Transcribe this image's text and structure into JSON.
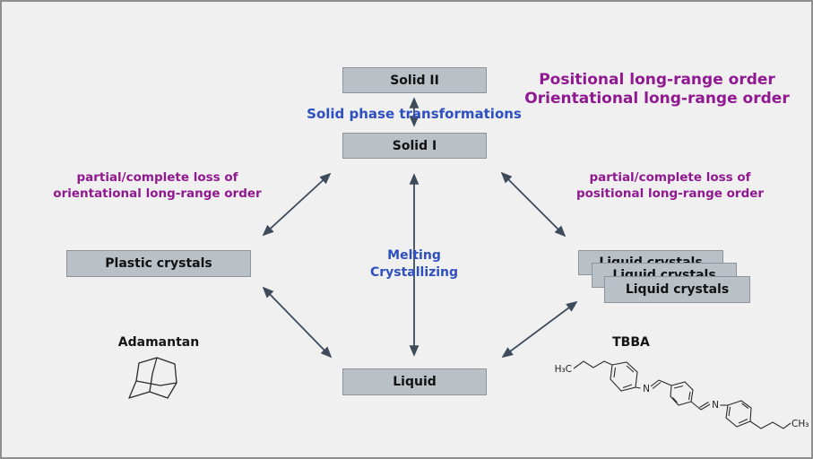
{
  "diagram": {
    "nodes": {
      "solid_ii": "Solid II",
      "solid_i": "Solid I",
      "plastic_crystals": "Plastic crystals",
      "liquid_crystals": "Liquid crystals",
      "liquid": "Liquid"
    },
    "labels": {
      "solid_phase_transformations": "Solid phase transformations",
      "positional_order": "Positional long-range order",
      "orientational_order": "Orientational long-range order",
      "loss_left_line1": "partial/complete loss of",
      "loss_left_line2": "orientational long-range order",
      "loss_right_line1": "partial/complete loss of",
      "loss_right_line2": "positional long-range order",
      "melting": "Melting",
      "crystallizing": "Crystallizing"
    },
    "molecules": {
      "adamantane_title": "Adamantan",
      "tbba_title": "TBBA",
      "tbba_left_terminal": "H₃C",
      "tbba_right_terminal": "CH₃",
      "tbba_imine_n_left": "N",
      "tbba_imine_n_right": "N"
    },
    "colors": {
      "background": "#f0f0f1",
      "node_fill": "#b9c0c6",
      "node_border": "#8d949b",
      "arrow": "#3d4b5b",
      "transition_text": "#2e4fc0",
      "order_text": "#901890",
      "structure_line": "#2b2b2b"
    }
  }
}
